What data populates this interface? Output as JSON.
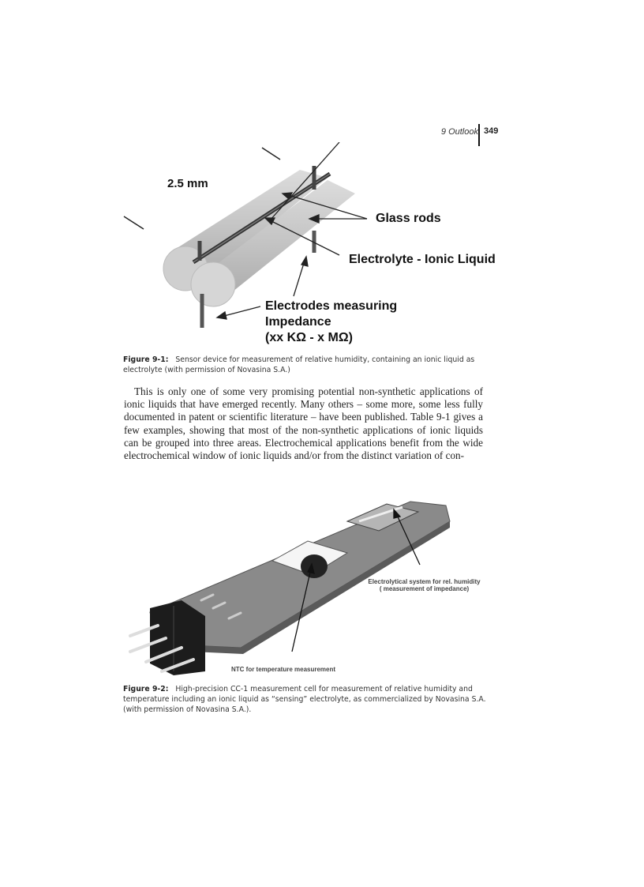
{
  "running_head": {
    "chapter": "9 Outlook",
    "page_number": "349"
  },
  "figure_1": {
    "labels": {
      "scale": "2.5 mm",
      "glass_rods": "Glass rods",
      "electrolyte": "Electrolyte - Ionic Liquid",
      "electrodes_line1": "Electrodes measuring",
      "electrodes_line2": "Impedance",
      "electrodes_line3": "(xx KΩ - x MΩ)"
    },
    "caption": {
      "label": "Figure 9-1:",
      "text": "Sensor device for measurement of relative humidity, containing an ionic liquid as electrolyte (with permission of Novasina S.A.)"
    }
  },
  "body": {
    "paragraph": "This is only one of some very promising potential non-synthetic applications of ionic liquids that have emerged recently. Many others – some more, some less fully documented in patent or scientific literature – have been published. Table 9-1 gives a few examples, showing that most of the non-synthetic applications of ionic liquids can be grouped into three areas. Electrochemical applications benefit from the wide electrochemical window of ionic liquids and/or from the distinct variation of con-"
  },
  "figure_2": {
    "labels": {
      "electrolytical_line1": "Electrolytical system for rel. humidity",
      "electrolytical_line2": "( measurement of impedance)",
      "ntc": "NTC for temperature measurement"
    },
    "caption": {
      "label": "Figure 9-2:",
      "text": "High-precision CC-1 measurement cell for measurement of relative humidity and temperature including an ionic liquid as “sensing” electrolyte, as commercialized by Novasina S.A. (with permission of Novasina S.A.)."
    }
  }
}
